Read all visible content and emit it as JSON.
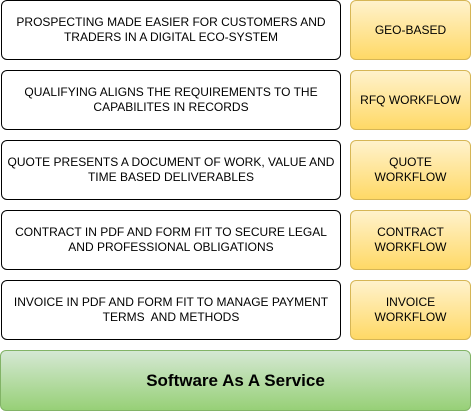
{
  "rows": [
    {
      "description": "PROSPECTING MADE EASIER FOR CUSTOMERS AND TRADERS IN A DIGITAL ECO-SYSTEM",
      "tag": "GEO-BASED"
    },
    {
      "description": "QUALIFYING ALIGNS THE REQUIREMENTS TO THE CAPABILITES IN RECORDS",
      "tag": "RFQ WORKFLOW"
    },
    {
      "description": "QUOTE PRESENTS A DOCUMENT OF WORK, VALUE AND TIME BASED DELIVERABLES",
      "tag": "QUOTE WORKFLOW"
    },
    {
      "description": "CONTRACT IN PDF AND FORM FIT TO SECURE LEGAL AND PROFESSIONAL OBLIGATIONS",
      "tag": "CONTRACT WORKFLOW"
    },
    {
      "description": "INVOICE IN PDF AND FORM FIT TO MANAGE PAYMENT TERMS  AND METHODS",
      "tag": "INVOICE WORKFLOW"
    }
  ],
  "foundation": {
    "label": "Software As A Service"
  },
  "colors": {
    "tag_fill_top": "#fff2cc",
    "tag_fill_bottom": "#ffd966",
    "tag_stroke": "#d6b656",
    "base_fill_top": "#d5e8d4",
    "base_fill_bottom": "#97d077",
    "base_stroke": "#82b366"
  }
}
